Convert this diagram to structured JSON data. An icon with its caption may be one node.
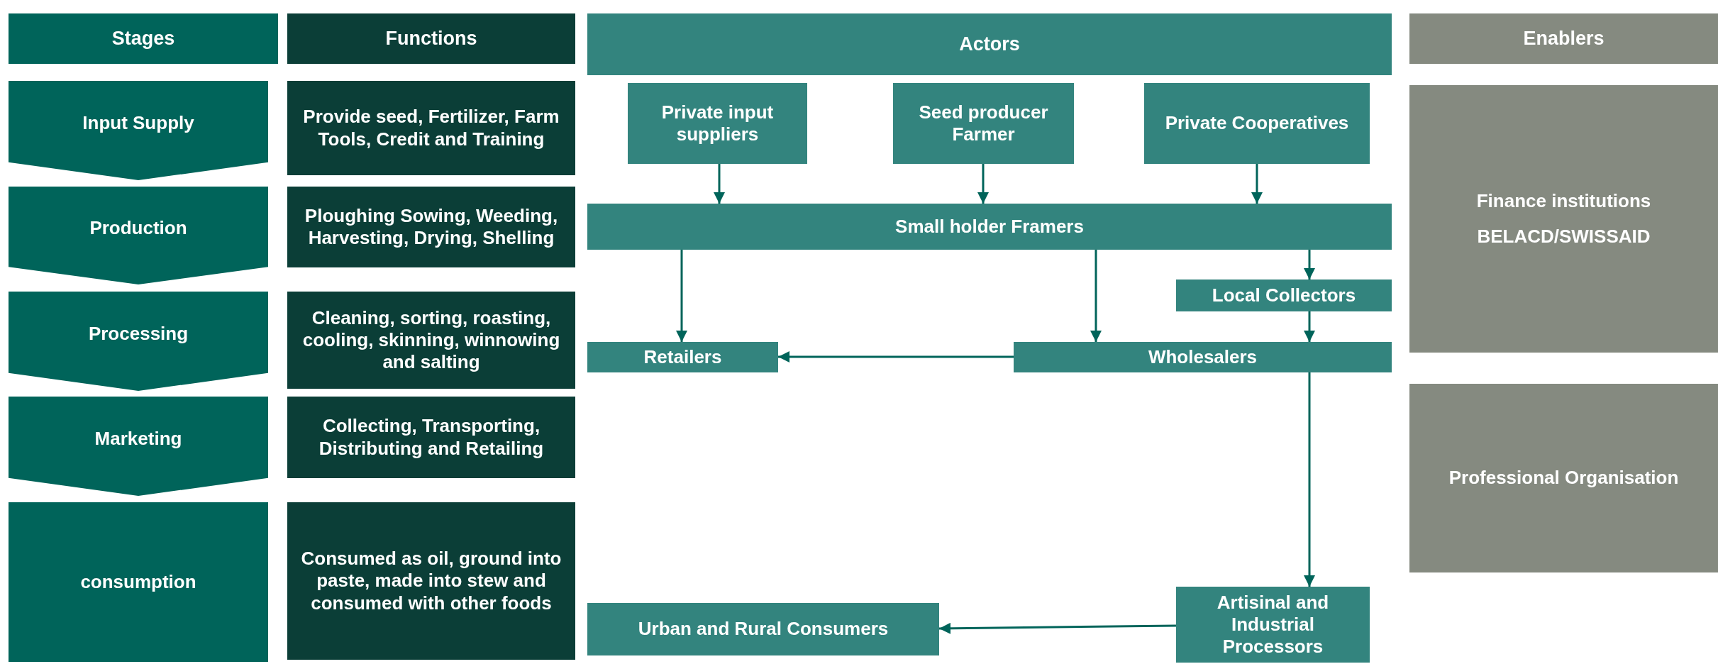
{
  "diagram": {
    "nodes": [
      {
        "text": [
          "Stages"
        ]
      },
      {
        "text": [
          "Functions"
        ]
      },
      {
        "text": [
          "Actors"
        ]
      },
      {
        "text": [
          "Enablers"
        ]
      },
      {
        "text": [
          "Input Supply"
        ]
      },
      {
        "text": [
          "Production"
        ]
      },
      {
        "text": [
          "Processing"
        ]
      },
      {
        "text": [
          "Marketing"
        ]
      },
      {
        "text": [
          "consumption"
        ]
      },
      {
        "text": [
          "Provide seed, Fertilizer, Farm Tools, Credit and Training"
        ]
      },
      {
        "text": [
          "Ploughing Sowing, Weeding, Harvesting, Drying, Shelling"
        ]
      },
      {
        "text": [
          "Cleaning, sorting, roasting, cooling, skinning, winnowing and salting"
        ]
      },
      {
        "text": [
          "Collecting, Transporting, Distributing and Retailing"
        ]
      },
      {
        "text": [
          "Consumed as oil, ground into paste, made into stew and consumed with other foods"
        ]
      },
      {
        "text": [
          "Private input suppliers"
        ]
      },
      {
        "text": [
          "Seed producer Farmer"
        ]
      },
      {
        "text": [
          "Private Cooperatives"
        ]
      },
      {
        "text": [
          "Small holder Framers"
        ]
      },
      {
        "text": [
          "Local Collectors"
        ]
      },
      {
        "text": [
          "Retailers"
        ]
      },
      {
        "text": [
          "Wholesalers"
        ]
      },
      {
        "text": [
          "Artisinal and Industrial Processors"
        ]
      },
      {
        "text": [
          "Urban and Rural Consumers"
        ]
      },
      {
        "text": [
          "Finance institutions",
          "BELACD/SWISSAID"
        ]
      },
      {
        "text": [
          "Professional Organisation"
        ]
      }
    ],
    "edges": [
      {
        "from": 14,
        "to": 17,
        "arrow": "to"
      },
      {
        "from": 15,
        "to": 17,
        "arrow": "to"
      },
      {
        "from": 16,
        "to": 17,
        "arrow": "to"
      },
      {
        "from": 17,
        "to": 19,
        "arrow": "to"
      },
      {
        "from": 17,
        "to": 20,
        "arrow": "to"
      },
      {
        "from": 17,
        "to": 18,
        "arrow": "to"
      },
      {
        "from": 18,
        "to": 20,
        "arrow": "to"
      },
      {
        "from": 20,
        "to": 19,
        "arrow": "to"
      },
      {
        "from": 20,
        "to": 21,
        "arrow": "to"
      },
      {
        "from": 21,
        "to": 22,
        "arrow": "to"
      }
    ]
  }
}
